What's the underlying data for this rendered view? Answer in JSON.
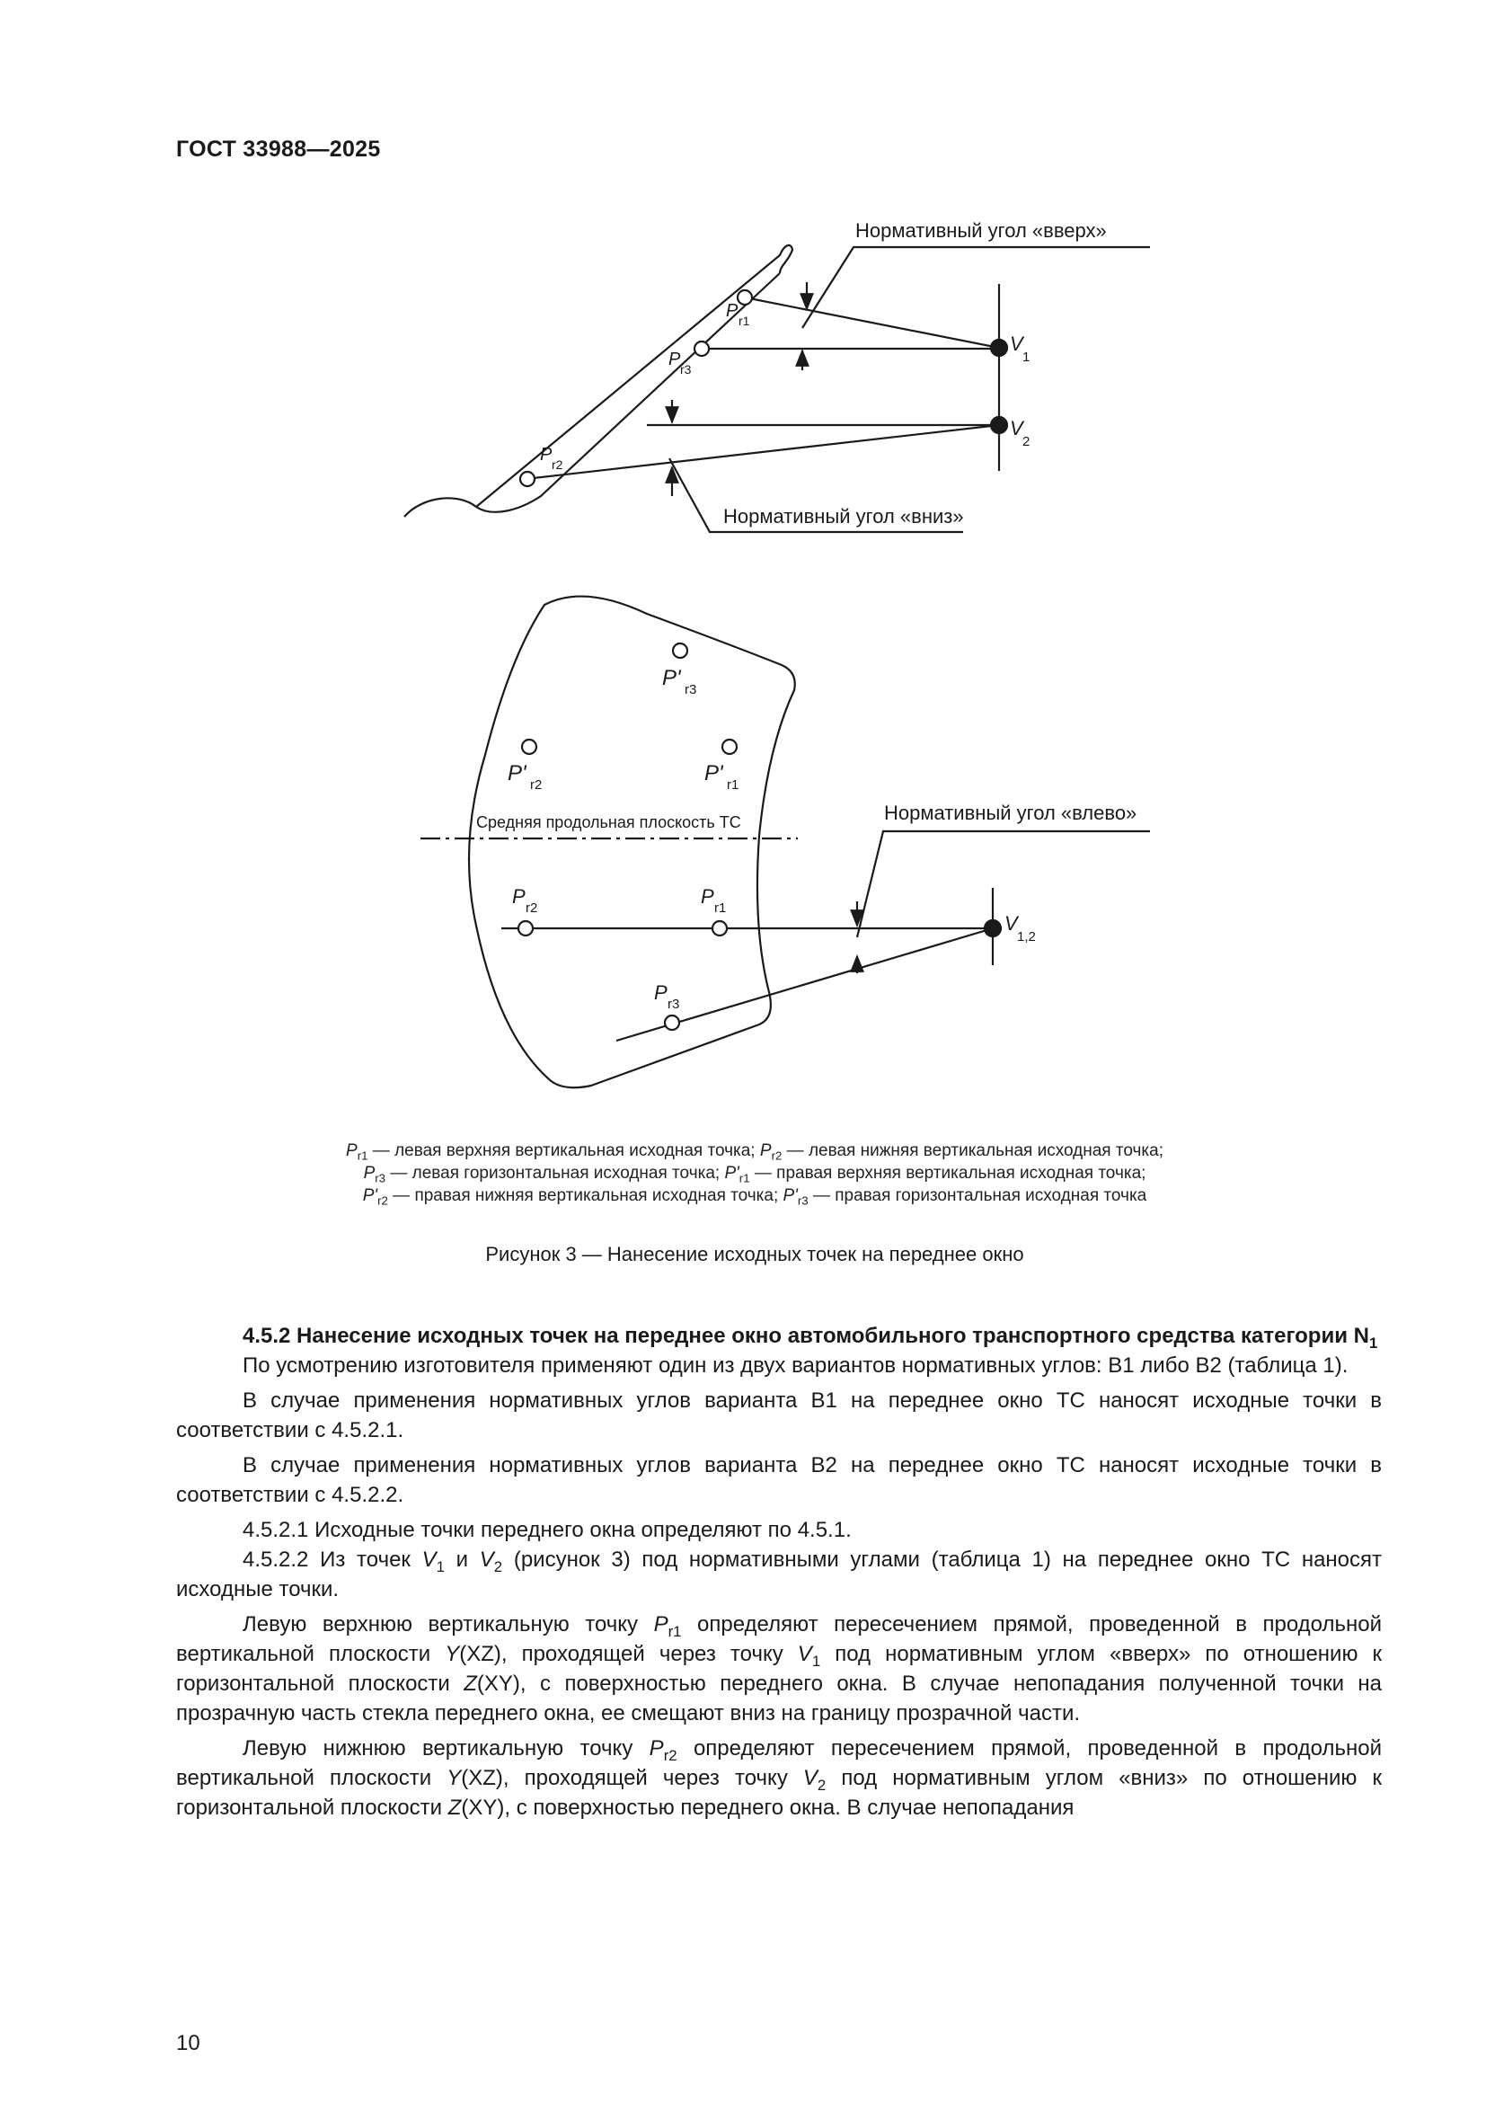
{
  "header": {
    "document_code": "ГОСТ 33988—2025"
  },
  "figure": {
    "side_view": {
      "angle_up_label": "Нормативный угол «вверх»",
      "angle_down_label": "Нормативный угол «вниз»",
      "point_pr1": "P",
      "point_pr1_sub": "r1",
      "point_pr3": "P",
      "point_pr3_sub": "r3",
      "point_pr2": "P",
      "point_pr2_sub": "r2",
      "point_v1": "V",
      "point_v1_sub": "1",
      "point_v2": "V",
      "point_v2_sub": "2"
    },
    "top_view": {
      "angle_left_label": "Нормативный угол «влево»",
      "midplane_label": "Средняя продольная плоскость ТС",
      "point_ppr3": "P'",
      "point_ppr3_sub": "r3",
      "point_ppr2": "P'",
      "point_ppr2_sub": "r2",
      "point_ppr1": "P'",
      "point_ppr1_sub": "r1",
      "point_pr2": "P",
      "point_pr2_sub": "r2",
      "point_pr1": "P",
      "point_pr1_sub": "r1",
      "point_pr3": "P",
      "point_pr3_sub": "r3",
      "point_v12": "V",
      "point_v12_sub": "1,2"
    },
    "legend": [
      {
        "sym": "P",
        "sub": "r1",
        "text": " — левая верхняя вертикальная исходная точка; "
      },
      {
        "sym": "P",
        "sub": "r2",
        "text": " — левая нижняя вертикальная исходная точка;"
      },
      {
        "sym": "P",
        "sub": "r3",
        "text": " — левая горизонтальная исходная точка; "
      },
      {
        "sym": "P'",
        "sub": "r1",
        "text": " — правая верхняя вертикальная исходная точка;"
      },
      {
        "sym": "P'",
        "sub": "r2",
        "text": " — правая нижняя вертикальная исходная точка; "
      },
      {
        "sym": "P'",
        "sub": "r3",
        "text": " — правая горизонтальная исходная точка"
      }
    ],
    "caption": "Рисунок 3 — Нанесение исходных точек на переднее окно"
  },
  "section": {
    "heading": "4.5.2 Нанесение исходных точек на переднее окно автомобильного транспортного средства категории N",
    "heading_sub": "1",
    "p1": "По усмотрению изготовителя применяют один из двух вариантов нормативных углов: В1 либо В2 (таблица 1).",
    "p2": "В случае применения нормативных углов варианта В1 на переднее окно ТС наносят исходные точки в соответствии с 4.5.2.1.",
    "p3": "В случае применения нормативных углов варианта В2 на переднее окно ТС наносят исходные точки в соответствии с 4.5.2.2.",
    "p4": "4.5.2.1 Исходные точки переднего окна определяют по 4.5.1.",
    "p5_a": "4.5.2.2 Из точек ",
    "p5_v": "V",
    "p5_v1": "1",
    "p5_and": " и ",
    "p5_v2": "2",
    "p5_b": " (рисунок 3) под нормативными углами (таблица 1) на переднее окно ТС наносят исходные точки.",
    "p6_a": "Левую верхнюю вертикальную точку ",
    "p6_p": "P",
    "p6_psub": "r1",
    "p6_b": " определяют пересечением прямой, проведенной в продольной вертикальной плоскости ",
    "plane_y": "Y",
    "plane_xz": "(XZ)",
    "p6_c": ", проходящей через точку ",
    "p6_vsub": "1",
    "p6_d": " под нормативным углом «вверх» по отношению к горизонтальной плоскости ",
    "plane_z": "Z",
    "plane_xy": "(XY)",
    "p6_e": ", с поверхностью переднего окна. В случае непопадания полученной точки на прозрачную часть стекла переднего окна, ее смещают вниз на границу прозрачной части.",
    "p7_a": "Левую нижнюю вертикальную точку ",
    "p7_psub": "r2",
    "p7_b": " определяют пересечением прямой, проведенной в продольной вертикальной плоскости ",
    "p7_c": ", проходящей через точку ",
    "p7_vsub": "2",
    "p7_d": " под нормативным углом «вниз» по отношению к горизонтальной плоскости ",
    "p7_e": ", с поверхностью переднего окна. В случае непопадания"
  },
  "footer": {
    "page_number": "10"
  }
}
